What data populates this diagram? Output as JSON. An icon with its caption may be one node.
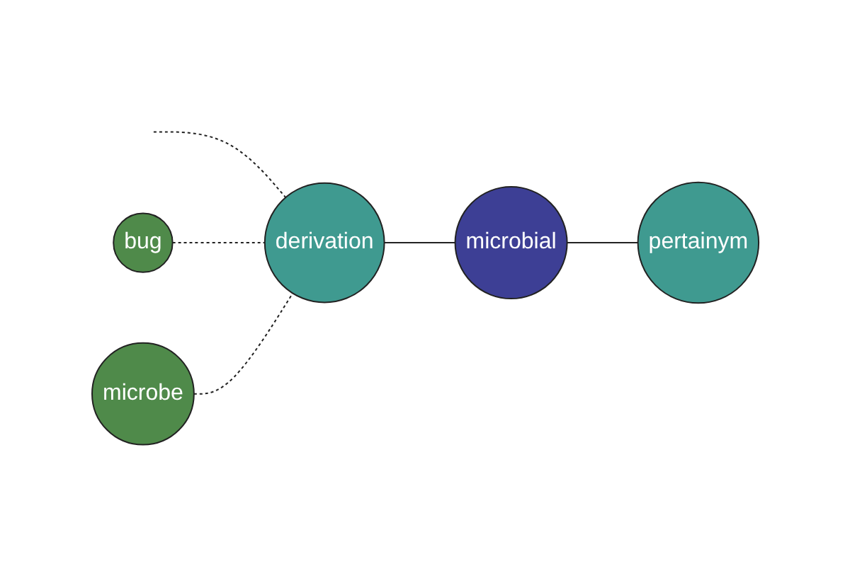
{
  "diagram": {
    "nodes": [
      {
        "text": [
          "bug"
        ]
      },
      {
        "text": [
          "microbe"
        ]
      },
      {
        "text": [
          "derivation"
        ]
      },
      {
        "text": [
          "microbial"
        ]
      },
      {
        "text": [
          "pertainym"
        ]
      }
    ],
    "edges": [
      {
        "from": null,
        "to": 2,
        "arrow": "none",
        "style": "dashed"
      },
      {
        "from": 0,
        "to": 2,
        "arrow": "none",
        "style": "dashed"
      },
      {
        "from": 1,
        "to": 2,
        "arrow": "none",
        "style": "dashed"
      },
      {
        "from": 2,
        "to": 3,
        "arrow": "none"
      },
      {
        "from": 3,
        "to": 4,
        "arrow": "none"
      }
    ]
  }
}
